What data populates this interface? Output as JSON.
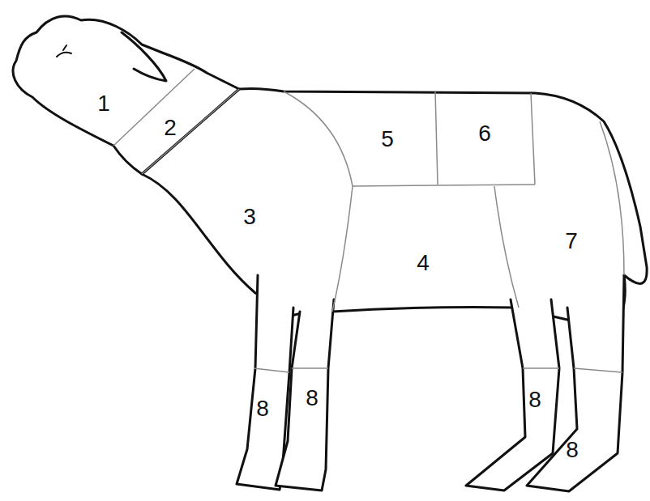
{
  "diagram": {
    "labels": [
      "1",
      "2",
      "3",
      "4",
      "5",
      "6",
      "7",
      "8",
      "8",
      "8",
      "8"
    ]
  }
}
